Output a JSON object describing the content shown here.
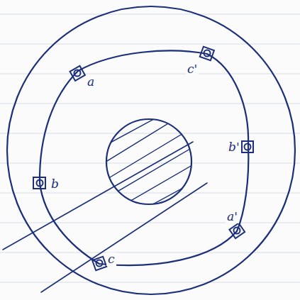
{
  "diagram": {
    "labels": [
      "a",
      "c'",
      "b",
      "b'",
      "c",
      "a'"
    ]
  }
}
